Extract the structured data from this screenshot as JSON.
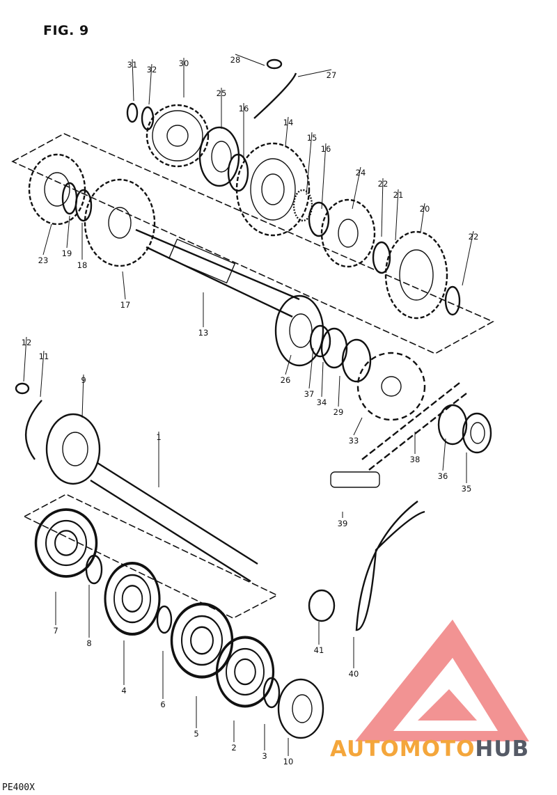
{
  "figure": {
    "title": "FIG. 9",
    "model_code": "PE400X"
  },
  "watermark": {
    "text_parts": [
      "AUTO",
      "MOTO",
      "HUB"
    ],
    "colors": {
      "triangle": "#f08080",
      "auto": "#f4a63b",
      "moto": "#f4a63b",
      "hub": "#555a66"
    }
  },
  "callouts": [
    "1",
    "2",
    "3",
    "4",
    "5",
    "6",
    "7",
    "8",
    "9",
    "10",
    "11",
    "12",
    "13",
    "14",
    "15",
    "16",
    "16",
    "17",
    "18",
    "19",
    "20",
    "21",
    "22",
    "22",
    "23",
    "24",
    "25",
    "26",
    "27",
    "28",
    "29",
    "30",
    "31",
    "32",
    "33",
    "34",
    "35",
    "36",
    "37",
    "38",
    "39",
    "40",
    "41"
  ],
  "colors": {
    "ink": "#111111",
    "background": "#ffffff"
  }
}
